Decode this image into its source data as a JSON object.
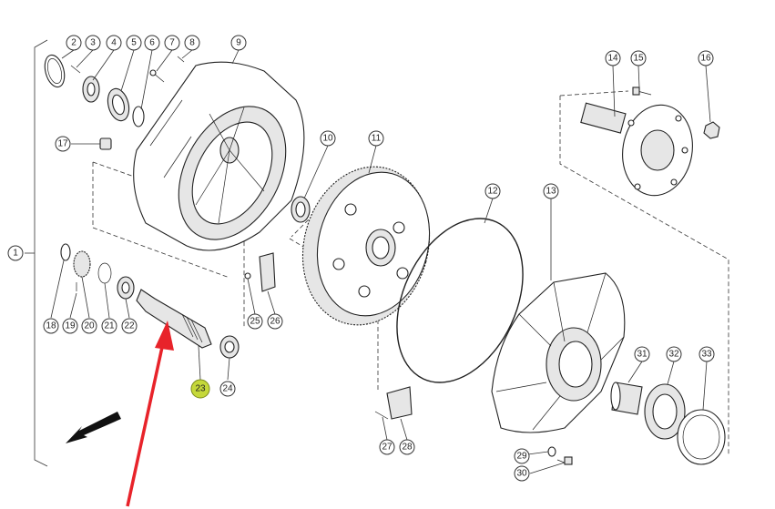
{
  "diagram": {
    "callouts": [
      "1",
      "2",
      "3",
      "4",
      "5",
      "6",
      "7",
      "8",
      "9",
      "10",
      "11",
      "12",
      "13",
      "14",
      "15",
      "16",
      "17",
      "18",
      "19",
      "20",
      "21",
      "22",
      "23",
      "24",
      "25",
      "26",
      "27",
      "28",
      "29",
      "30",
      "31",
      "32",
      "33"
    ],
    "highlighted": "23",
    "highlight_color": "#c5d83a",
    "pointer_color": "#e8232a"
  }
}
